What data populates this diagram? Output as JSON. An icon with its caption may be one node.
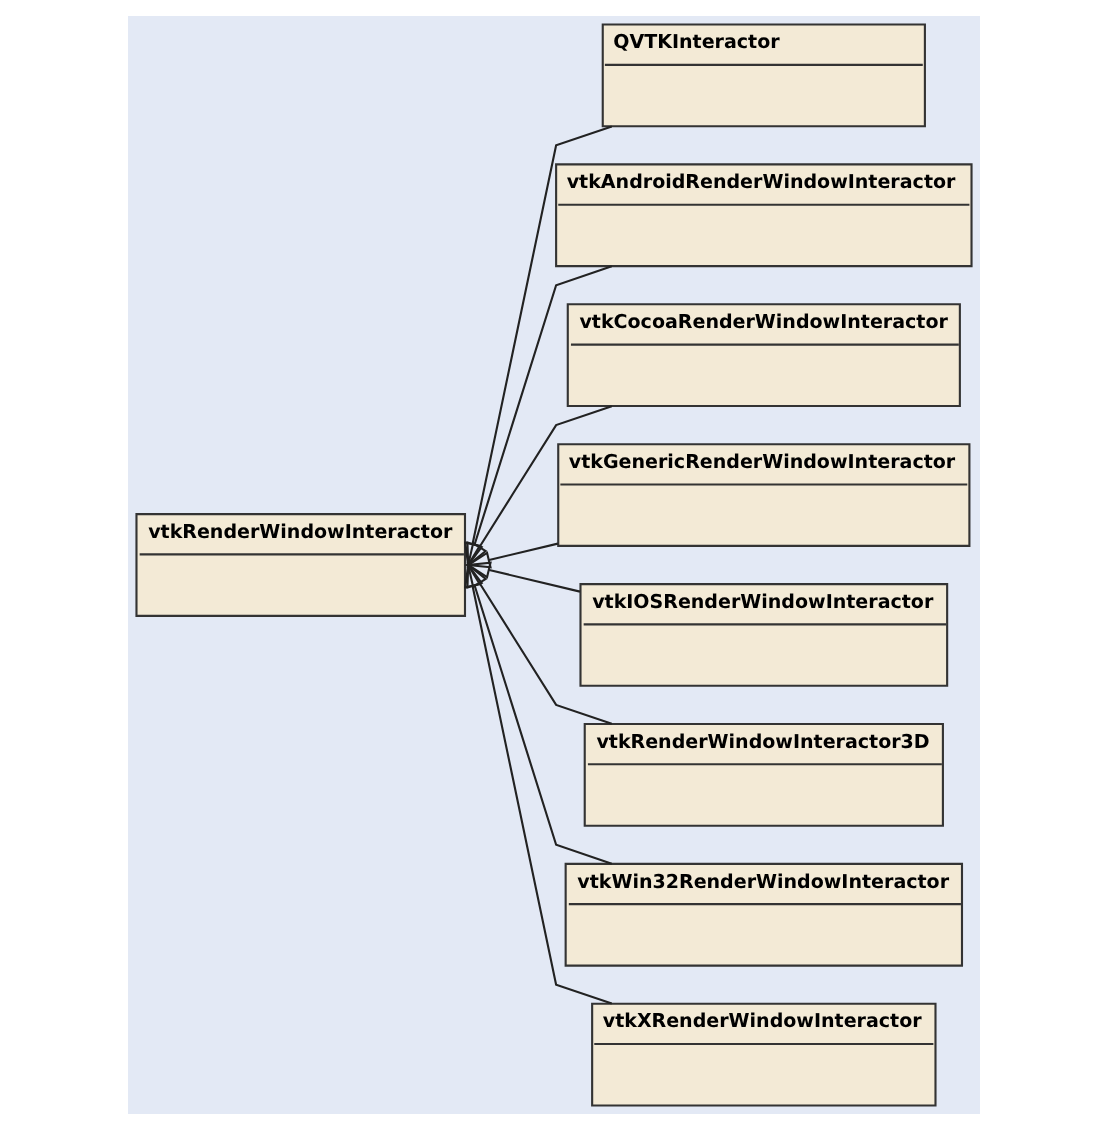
{
  "diagram": {
    "nodes": [
      {
        "text": [
          "vtkRenderWindowInteractor"
        ]
      },
      {
        "text": [
          "QVTKInteractor"
        ]
      },
      {
        "text": [
          "vtkAndroidRenderWindowInteractor"
        ]
      },
      {
        "text": [
          "vtkCocoaRenderWindowInteractor"
        ]
      },
      {
        "text": [
          "vtkGenericRenderWindowInteractor"
        ]
      },
      {
        "text": [
          "vtkIOSRenderWindowInteractor"
        ]
      },
      {
        "text": [
          "vtkRenderWindowInteractor3D"
        ]
      },
      {
        "text": [
          "vtkWin32RenderWindowInteractor"
        ]
      },
      {
        "text": [
          "vtkXRenderWindowInteractor"
        ]
      }
    ],
    "edges": [
      {
        "from": 1,
        "to": 0,
        "arrow": "to"
      },
      {
        "from": 2,
        "to": 0,
        "arrow": "to"
      },
      {
        "from": 3,
        "to": 0,
        "arrow": "to"
      },
      {
        "from": 4,
        "to": 0,
        "arrow": "to"
      },
      {
        "from": 5,
        "to": 0,
        "arrow": "to"
      },
      {
        "from": 6,
        "to": 0,
        "arrow": "to"
      },
      {
        "from": 7,
        "to": 0,
        "arrow": "to"
      },
      {
        "from": 8,
        "to": 0,
        "arrow": "to"
      }
    ]
  }
}
